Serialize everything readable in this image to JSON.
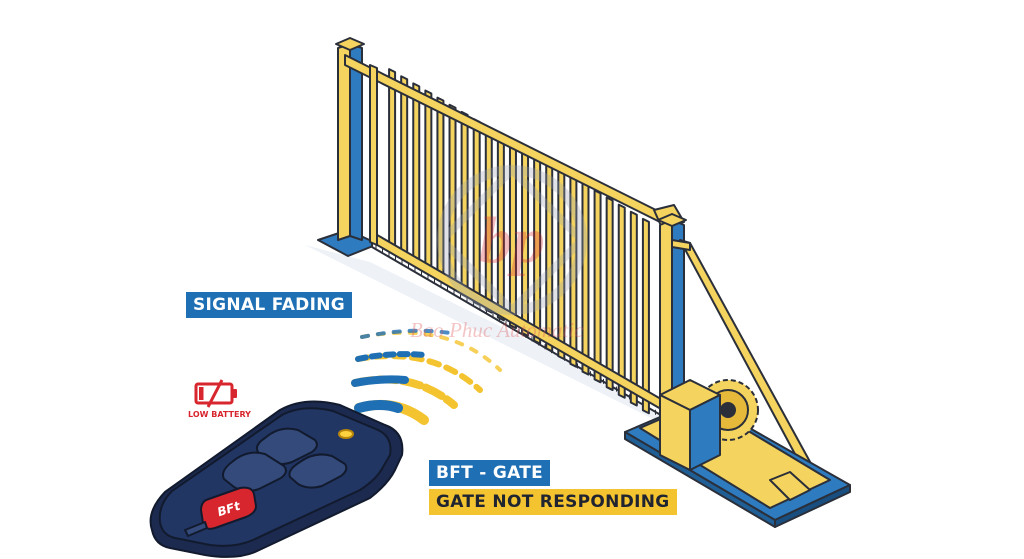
{
  "labels": {
    "signal_fading": "SIGNAL FADING",
    "low_battery": "LOW BATTERY",
    "bft_gate": "BFT - GATE",
    "gate_not_responding": "GATE NOT RESPONDING",
    "remote_logo": "BFt",
    "watermark_text": "Bao Phuc Automatic",
    "watermark_logo": "bp"
  },
  "battery_level": 0.15,
  "colors": {
    "navy": "#1e2a4a",
    "gate_yellow": "#f4d35e",
    "gate_outline": "#2b2f3a",
    "accent_blue": "#1f6fb5",
    "warning_red": "#d8262e",
    "signal_yellow": "#f4c430",
    "remote_led": "#ffd23f"
  },
  "icons": [
    "low-battery-icon",
    "signal-waves-icon",
    "watermark-logo"
  ]
}
